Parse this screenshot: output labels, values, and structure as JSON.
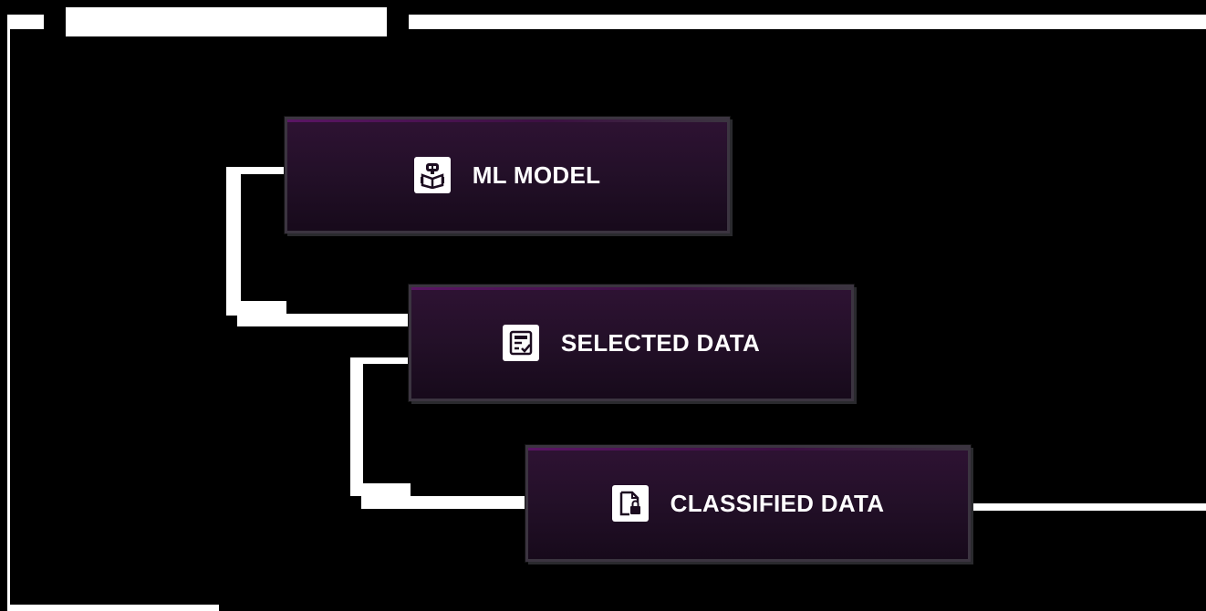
{
  "diagram": {
    "title": "",
    "nodes": [
      {
        "id": "ml-model",
        "label": "ML MODEL",
        "icon": "robot-book-icon"
      },
      {
        "id": "selected-data",
        "label": "SELECTED DATA",
        "icon": "checklist-icon"
      },
      {
        "id": "classified-data",
        "label": "CLASSIFIED DATA",
        "icon": "locked-file-icon"
      }
    ],
    "edges": [
      {
        "from": "ml-model",
        "to": "selected-data"
      },
      {
        "from": "selected-data",
        "to": "classified-data"
      }
    ],
    "colors": {
      "background": "#000000",
      "line": "#ffffff",
      "node_fill_top": "#2e1233",
      "node_fill_bottom": "#170a1b",
      "node_border": "#3b3440",
      "accent": "#5a1564"
    }
  }
}
